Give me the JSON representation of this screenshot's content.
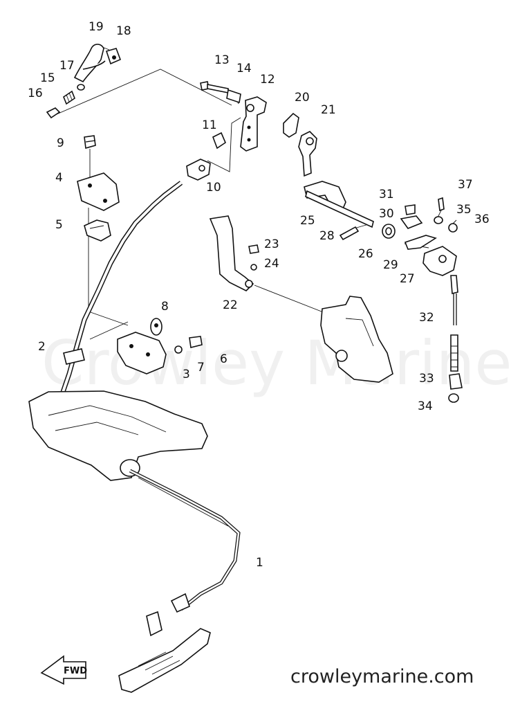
{
  "diagram": {
    "callouts": [
      "1",
      "2",
      "3",
      "4",
      "5",
      "6",
      "7",
      "8",
      "9",
      "10",
      "11",
      "12",
      "13",
      "14",
      "15",
      "16",
      "17",
      "18",
      "19",
      "20",
      "21",
      "22",
      "23",
      "24",
      "25",
      "26",
      "27",
      "28",
      "29",
      "30",
      "31",
      "32",
      "33",
      "34",
      "35",
      "36",
      "37"
    ],
    "direction_marker": "FWD",
    "watermark": "Crowley Marine",
    "footer": "crowleymarine.com"
  },
  "colors": {
    "ink": "#111111",
    "background": "#ffffff"
  }
}
